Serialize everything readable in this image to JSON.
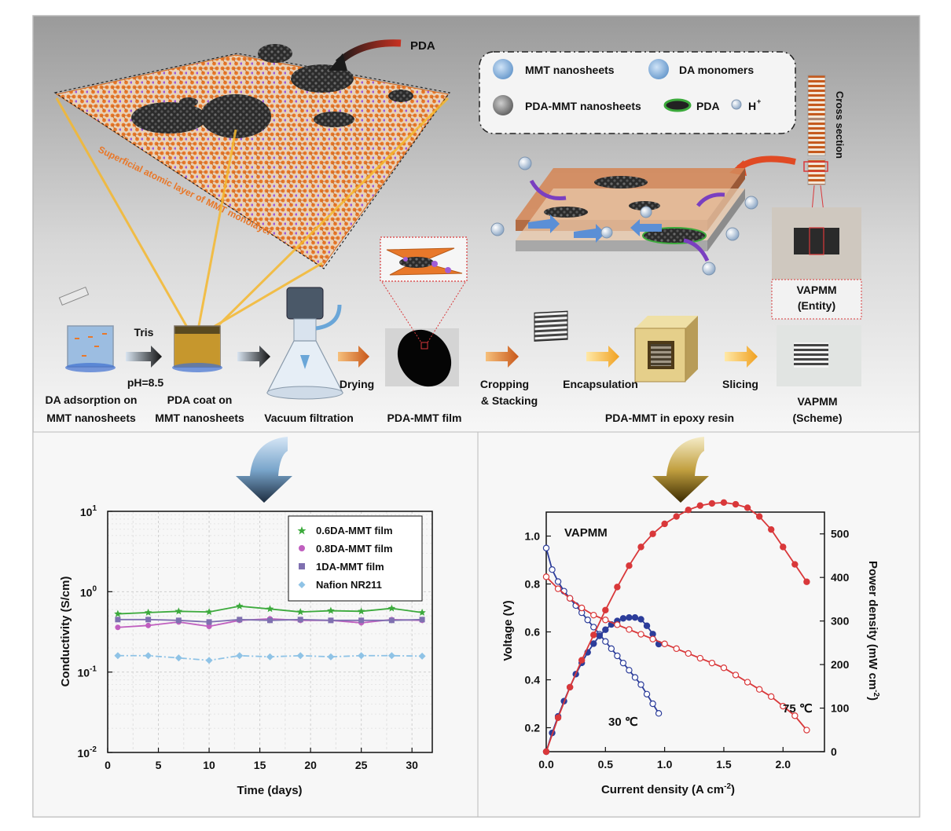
{
  "top": {
    "pda_pointer": "PDA",
    "monolayer_caption": "Superficial atomic layer of MMT monolayer",
    "legend": {
      "mmt": "MMT nanosheets",
      "da": "DA monomers",
      "pda_mmt": "PDA-MMT nanosheets",
      "pda": "PDA",
      "h": "H",
      "h_sup": "+"
    },
    "cross_section": "Cross section",
    "tris": "Tris",
    "ph": "pH=8.5",
    "drying": "Drying",
    "cropping_line1": "Cropping",
    "cropping_line2": "& Stacking",
    "encapsulation": "Encapsulation",
    "slicing": "Slicing",
    "step1_line1": "DA adsorption on",
    "step1_line2": "MMT nanosheets",
    "step2_line1": "PDA coat on",
    "step2_line2": "MMT nanosheets",
    "step3": "Vacuum filtration",
    "step4": "PDA-MMT film",
    "step5": "PDA-MMT in epoxy resin",
    "entity_line1": "VAPMM",
    "entity_line2": "(Entity)",
    "scheme_line1": "VAPMM",
    "scheme_line2": "(Scheme)"
  },
  "colors": {
    "mmt_orange": "#e8782a",
    "purple_atom": "#a05cd6",
    "green": "#3caa3c",
    "magenta": "#c05fbf",
    "slate": "#7f70b0",
    "light_blue": "#8fc3e6",
    "red": "#d9383a",
    "navy": "#2c3d9a"
  },
  "chart_data": [
    {
      "type": "line",
      "x": [
        1,
        4,
        7,
        10,
        13,
        16,
        19,
        22,
        25,
        28,
        31
      ],
      "xlim": [
        0,
        32
      ],
      "xticks": [
        "0",
        "5",
        "10",
        "15",
        "20",
        "25",
        "30"
      ],
      "ylim": [
        0.01,
        10
      ],
      "yscale": "log",
      "yticks": [
        "10",
        "10",
        "10",
        "10"
      ],
      "ytick_exps": [
        "1",
        "0",
        "-1",
        "-2"
      ],
      "xlabel": "Time (days)",
      "ylabel": "Conductivity (S/cm)",
      "grid": true,
      "legend_position": "top-right",
      "series": [
        {
          "name": "0.6DA-MMT film",
          "color": "#3caa3c",
          "marker": "star",
          "values": [
            0.53,
            0.55,
            0.57,
            0.56,
            0.66,
            0.61,
            0.56,
            0.58,
            0.57,
            0.62,
            0.55
          ]
        },
        {
          "name": "0.8DA-MMT film",
          "color": "#c05fbf",
          "marker": "circle",
          "values": [
            0.36,
            0.38,
            0.42,
            0.37,
            0.44,
            0.46,
            0.44,
            0.44,
            0.41,
            0.45,
            0.44
          ]
        },
        {
          "name": "1DA-MMT film",
          "color": "#7f70b0",
          "marker": "square",
          "values": [
            0.45,
            0.45,
            0.44,
            0.42,
            0.45,
            0.44,
            0.45,
            0.44,
            0.44,
            0.44,
            0.45
          ]
        },
        {
          "name": "Nafion NR211",
          "color": "#8fc3e6",
          "marker": "diamond",
          "values": [
            0.16,
            0.16,
            0.15,
            0.14,
            0.16,
            0.155,
            0.16,
            0.155,
            0.16,
            0.16,
            0.158
          ]
        }
      ]
    },
    {
      "type": "line",
      "title": "VAPMM",
      "xlabel": "Current density (A cm",
      "xlabel_sup": "-2",
      "xlabel_end": ")",
      "ylabel": "Voltage (V)",
      "ylabel_right": "Power density (mW cm",
      "ylabel_right_sup": "-2",
      "ylabel_right_end": ")",
      "xlim": [
        0,
        2.35
      ],
      "ylim": [
        0.1,
        1.1
      ],
      "ylim_right": [
        0,
        550
      ],
      "xticks": [
        "0.0",
        "0.5",
        "1.0",
        "1.5",
        "2.0"
      ],
      "yticks": [
        "0.2",
        "0.4",
        "0.6",
        "0.8",
        "1.0"
      ],
      "yticks_right": [
        "0",
        "100",
        "200",
        "300",
        "400",
        "500"
      ],
      "annotations": [
        "30 ℃",
        "75 ℃"
      ],
      "series": [
        {
          "name": "30 ℃",
          "kind": "voltage",
          "color": "#2c3d9a",
          "x": [
            0.0,
            0.05,
            0.1,
            0.15,
            0.2,
            0.25,
            0.3,
            0.35,
            0.4,
            0.45,
            0.5,
            0.55,
            0.6,
            0.65,
            0.7,
            0.75,
            0.8,
            0.85,
            0.9,
            0.95
          ],
          "y": [
            0.95,
            0.86,
            0.81,
            0.77,
            0.74,
            0.71,
            0.68,
            0.65,
            0.62,
            0.59,
            0.56,
            0.53,
            0.5,
            0.47,
            0.44,
            0.41,
            0.38,
            0.34,
            0.3,
            0.26
          ]
        },
        {
          "name": "30 ℃",
          "kind": "power",
          "color": "#2c3d9a",
          "x": [
            0.0,
            0.05,
            0.1,
            0.15,
            0.2,
            0.25,
            0.3,
            0.35,
            0.4,
            0.45,
            0.5,
            0.55,
            0.6,
            0.65,
            0.7,
            0.75,
            0.8,
            0.85,
            0.9,
            0.95
          ],
          "y": [
            0,
            43,
            81,
            116,
            148,
            178,
            204,
            228,
            248,
            266,
            280,
            292,
            300,
            306,
            308,
            308,
            304,
            289,
            270,
            247
          ]
        },
        {
          "name": "75 ℃",
          "kind": "voltage",
          "color": "#d9383a",
          "x": [
            0.0,
            0.1,
            0.2,
            0.3,
            0.4,
            0.5,
            0.6,
            0.7,
            0.8,
            0.9,
            1.0,
            1.1,
            1.2,
            1.3,
            1.4,
            1.5,
            1.6,
            1.7,
            1.8,
            1.9,
            2.0,
            2.1,
            2.2
          ],
          "y": [
            0.83,
            0.78,
            0.74,
            0.7,
            0.67,
            0.65,
            0.63,
            0.61,
            0.59,
            0.57,
            0.55,
            0.53,
            0.51,
            0.49,
            0.47,
            0.45,
            0.42,
            0.39,
            0.36,
            0.33,
            0.29,
            0.25,
            0.19
          ]
        },
        {
          "name": "75 ℃",
          "kind": "power",
          "color": "#d9383a",
          "x": [
            0.0,
            0.1,
            0.2,
            0.3,
            0.4,
            0.5,
            0.6,
            0.7,
            0.8,
            0.9,
            1.0,
            1.1,
            1.2,
            1.3,
            1.4,
            1.5,
            1.6,
            1.7,
            1.8,
            1.9,
            2.0,
            2.1,
            2.2
          ],
          "y": [
            0,
            78,
            148,
            210,
            268,
            325,
            378,
            427,
            470,
            500,
            523,
            540,
            555,
            565,
            570,
            572,
            568,
            560,
            540,
            510,
            470,
            430,
            390
          ]
        }
      ]
    }
  ]
}
